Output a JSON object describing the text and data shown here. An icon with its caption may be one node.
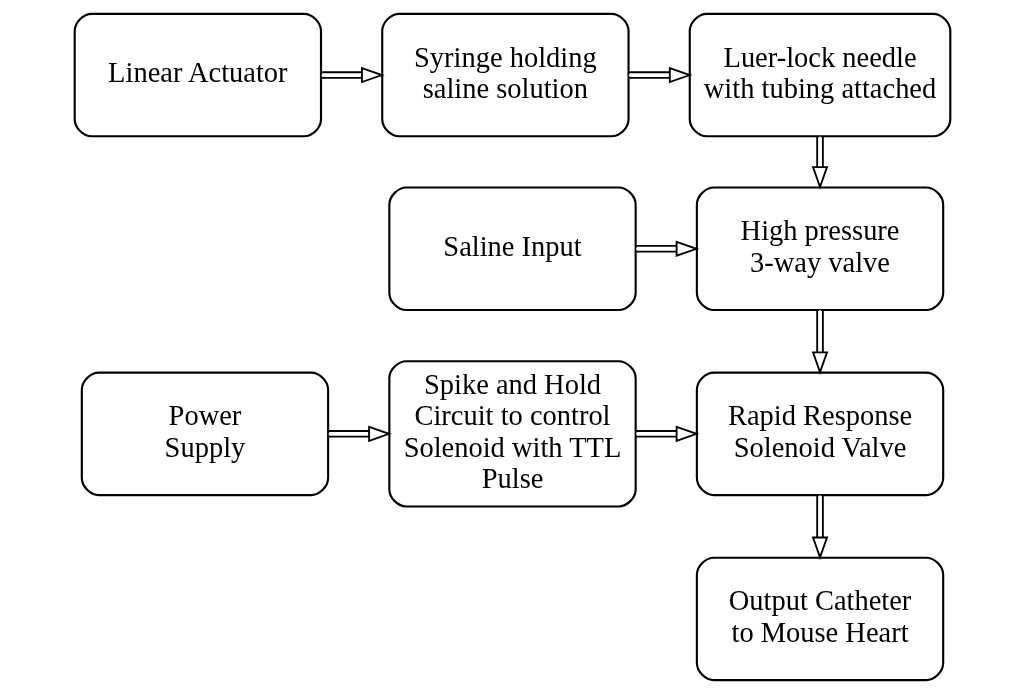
{
  "diagram": {
    "nodes": [
      {
        "text": [
          "Linear Actuator"
        ]
      },
      {
        "text": [
          "Syringe holding saline solution"
        ]
      },
      {
        "text": [
          "Luer-lock needle with tubing attached"
        ]
      },
      {
        "text": [
          "Saline Input"
        ]
      },
      {
        "text": [
          "High pressure 3-way valve"
        ]
      },
      {
        "text": [
          "Power Supply"
        ]
      },
      {
        "text": [
          "Spike and Hold Circuit to control Solenoid with TTL Pulse"
        ]
      },
      {
        "text": [
          "Rapid Response Solenoid Valve"
        ]
      },
      {
        "text": [
          "Output Catheter to Mouse Heart"
        ]
      }
    ],
    "edges": [
      {
        "from": 0,
        "to": 1,
        "arrow": "to"
      },
      {
        "from": 1,
        "to": 2,
        "arrow": "to"
      },
      {
        "from": 2,
        "to": 4,
        "arrow": "to"
      },
      {
        "from": 3,
        "to": 4,
        "arrow": "to"
      },
      {
        "from": 4,
        "to": 7,
        "arrow": "to"
      },
      {
        "from": 5,
        "to": 6,
        "arrow": "to"
      },
      {
        "from": 6,
        "to": 7,
        "arrow": "to"
      },
      {
        "from": 7,
        "to": 8,
        "arrow": "to"
      }
    ]
  }
}
